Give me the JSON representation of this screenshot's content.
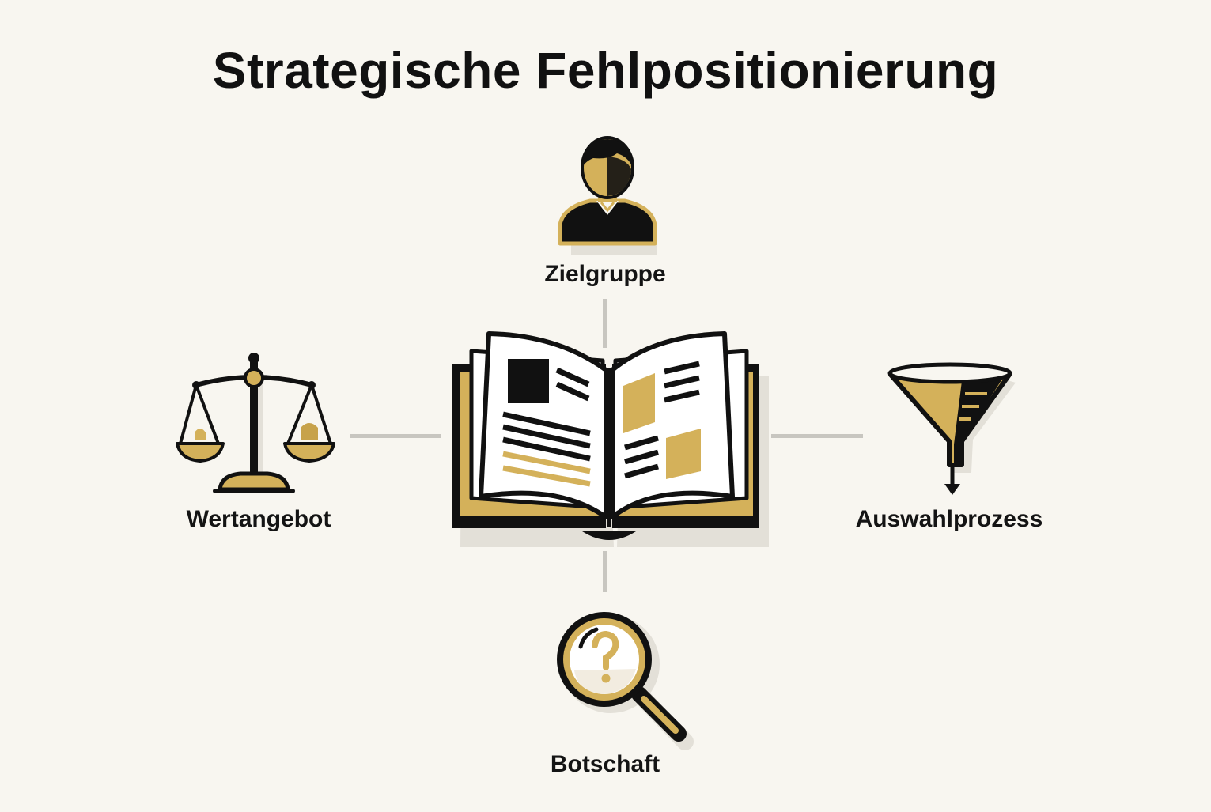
{
  "title": "Strategische Fehlpositionierung",
  "nodes": {
    "top": {
      "label": "Zielgruppe",
      "icon": "person-icon"
    },
    "left": {
      "label": "Wertangebot",
      "icon": "scale-icon"
    },
    "right": {
      "label": "Auswahlprozess",
      "icon": "funnel-icon"
    },
    "bottom": {
      "label": "Botschaft",
      "icon": "magnifier-question-icon"
    }
  },
  "center": {
    "icon": "open-book-icon"
  },
  "colors": {
    "background": "#f8f6f0",
    "ink": "#111111",
    "gold": "#d4b15a",
    "connector": "#c8c6c0"
  }
}
